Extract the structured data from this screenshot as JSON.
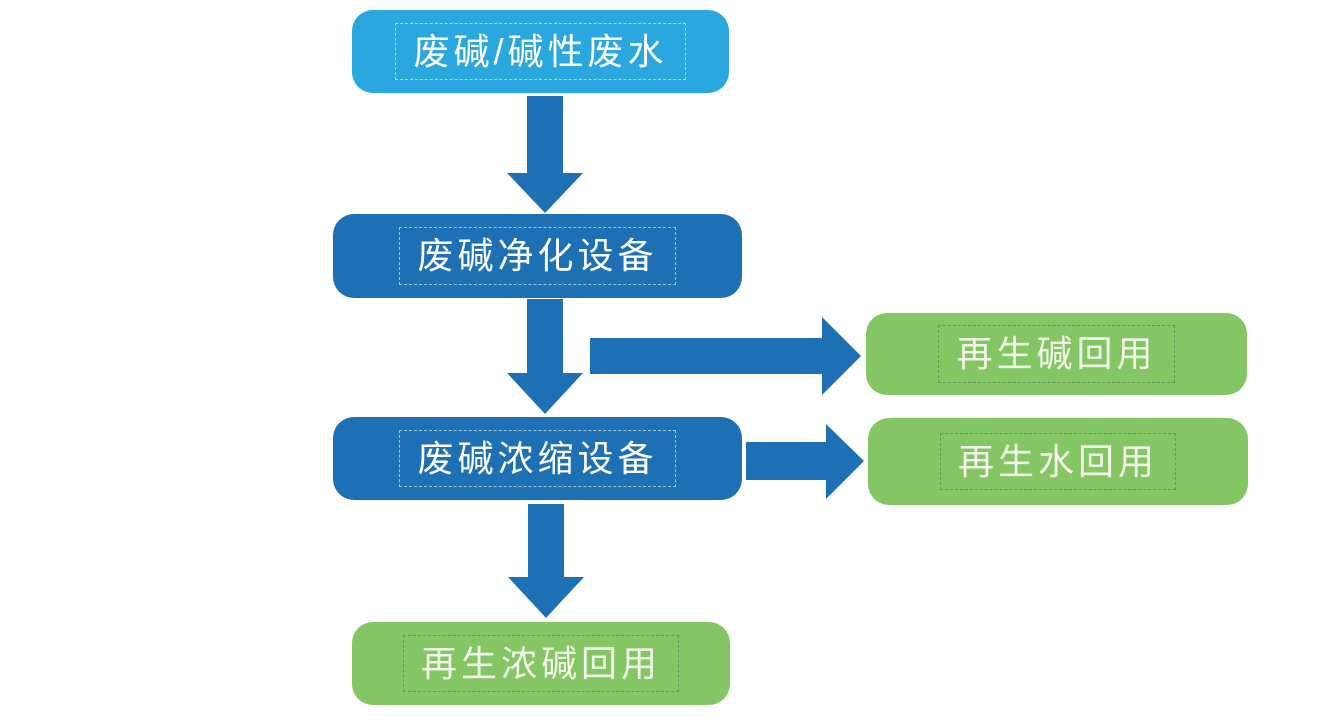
{
  "flowchart": {
    "nodes": {
      "source": {
        "label": "废碱/碱性废水",
        "type": "source"
      },
      "purify": {
        "label": "废碱净化设备",
        "type": "process"
      },
      "concentrate": {
        "label": "废碱浓缩设备",
        "type": "process"
      },
      "regen_alkali": {
        "label": "再生碱回用",
        "type": "output"
      },
      "regen_water": {
        "label": "再生水回用",
        "type": "output"
      },
      "regen_conc_alkali": {
        "label": "再生浓碱回用",
        "type": "output"
      }
    },
    "edges": [
      {
        "from": "source",
        "to": "purify",
        "direction": "down"
      },
      {
        "from": "purify",
        "to": "concentrate",
        "direction": "down"
      },
      {
        "from": "purify",
        "to": "regen_alkali",
        "direction": "right"
      },
      {
        "from": "concentrate",
        "to": "regen_water",
        "direction": "right"
      },
      {
        "from": "concentrate",
        "to": "regen_conc_alkali",
        "direction": "down"
      }
    ],
    "colors": {
      "source_fill": "#2AA7DF",
      "process_fill": "#1E70B5",
      "output_fill": "#83C663",
      "arrow_fill": "#1E70B5",
      "label_text": "#FFFFFF",
      "output_label_text": "#F2F6EA"
    }
  }
}
